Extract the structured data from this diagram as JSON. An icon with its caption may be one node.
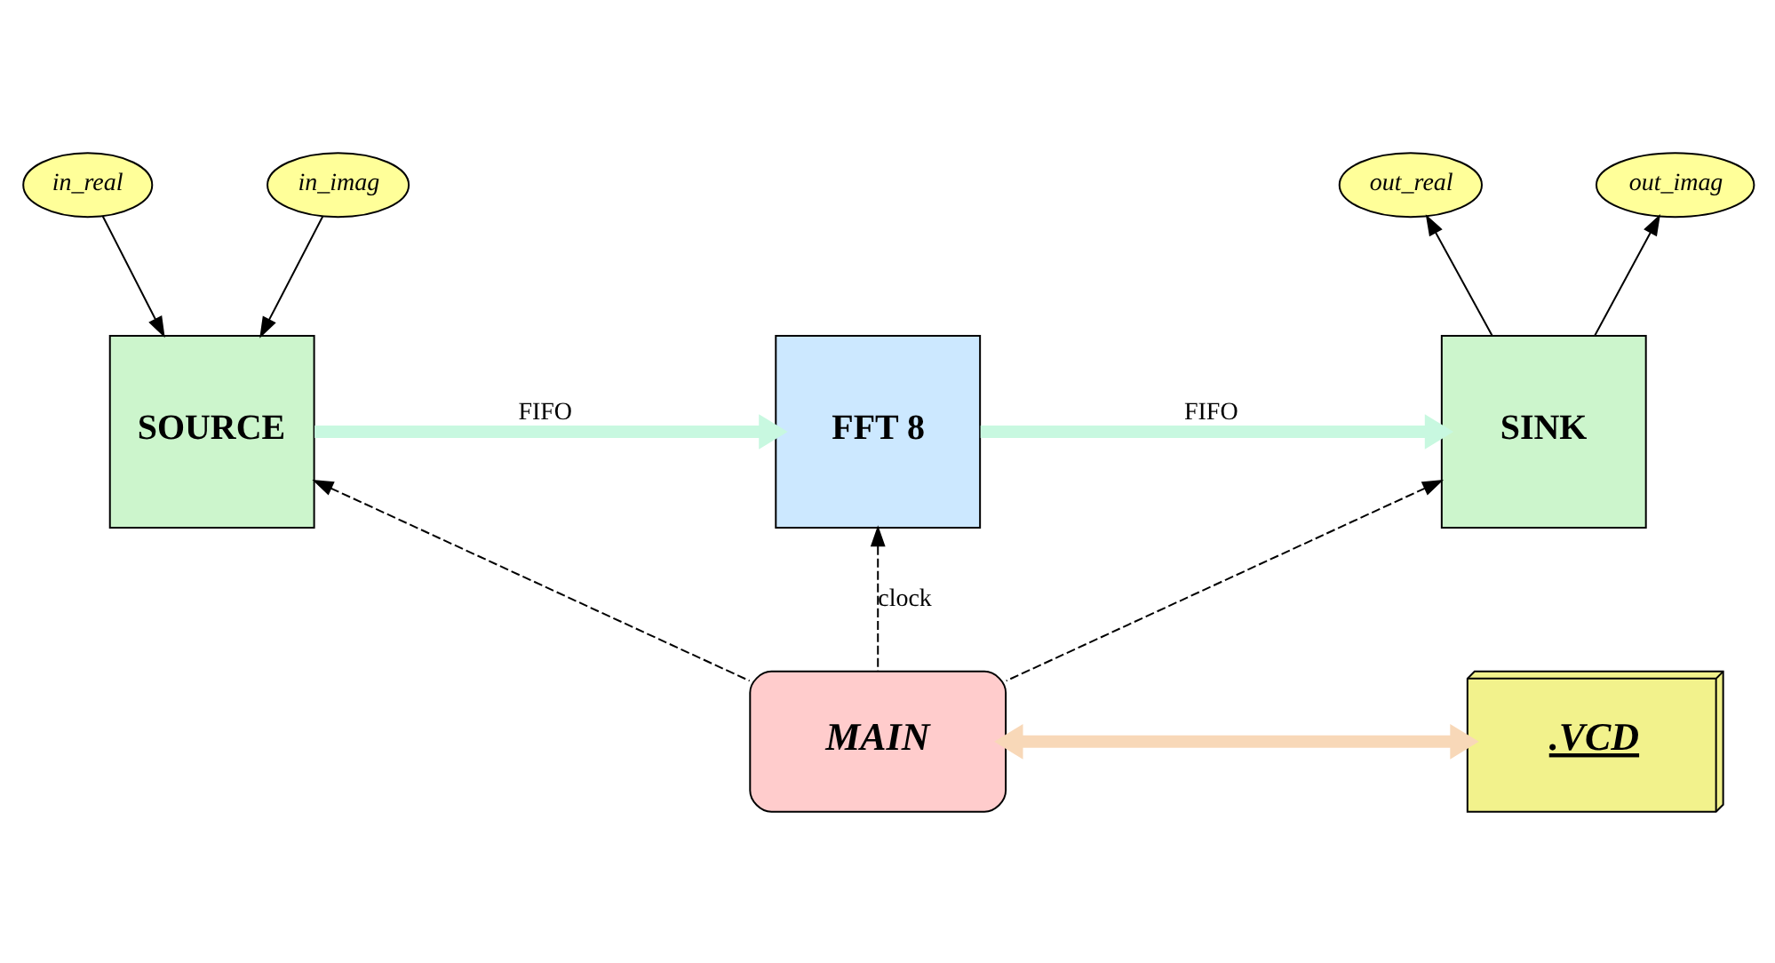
{
  "diagram": {
    "nodes": [
      {
        "text": [
          "in_real"
        ]
      },
      {
        "text": [
          "in_imag"
        ]
      },
      {
        "text": [
          "out_real"
        ]
      },
      {
        "text": [
          "out_imag"
        ]
      },
      {
        "text": [
          "SOURCE"
        ]
      },
      {
        "text": [
          "FFT 8"
        ]
      },
      {
        "text": [
          "SINK"
        ]
      },
      {
        "text": [
          "MAIN"
        ]
      },
      {
        "text": [
          ".VCD"
        ]
      }
    ],
    "edges": [
      {
        "from": 0,
        "to": 4,
        "arrow": "to"
      },
      {
        "from": 1,
        "to": 4,
        "arrow": "to"
      },
      {
        "from": 6,
        "to": 2,
        "arrow": "to"
      },
      {
        "from": 6,
        "to": 3,
        "arrow": "to"
      },
      {
        "from": 4,
        "to": 5,
        "arrow": "to",
        "label": "FIFO",
        "style": "thick",
        "color": "#c8f8e0"
      },
      {
        "from": 5,
        "to": 6,
        "arrow": "to",
        "label": "FIFO",
        "style": "thick",
        "color": "#c8f8e0"
      },
      {
        "from": 7,
        "to": 4,
        "arrow": "to",
        "style": "dashed"
      },
      {
        "from": 7,
        "to": 5,
        "arrow": "to",
        "style": "dashed",
        "label": "clock"
      },
      {
        "from": 7,
        "to": 6,
        "arrow": "to",
        "style": "dashed"
      },
      {
        "from": 7,
        "to": 8,
        "arrow": "both",
        "style": "thick",
        "color": "#f8d8b8"
      }
    ]
  }
}
